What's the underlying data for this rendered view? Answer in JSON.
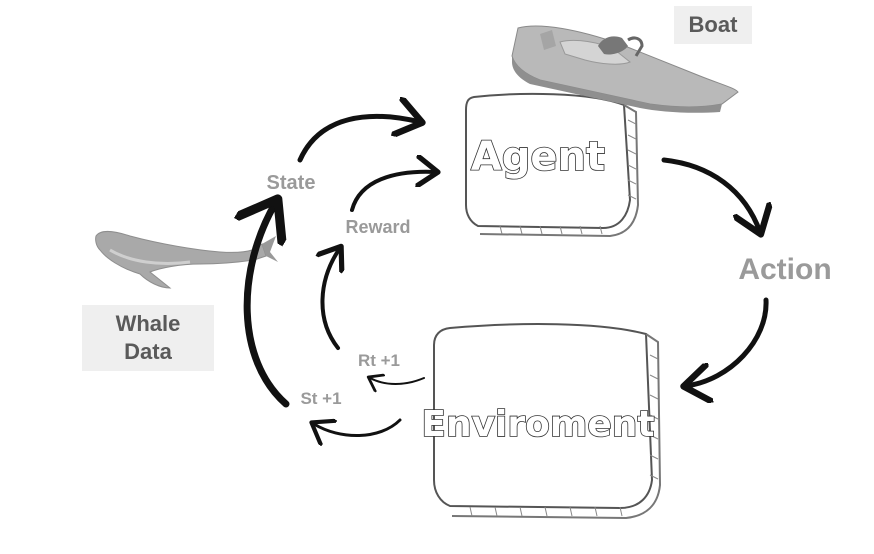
{
  "nodes": {
    "agent": "Agent",
    "environment": "Enviroment",
    "boat": "Boat",
    "whale_line1": "Whale",
    "whale_line2": "Data"
  },
  "edge_labels": {
    "state": "State",
    "reward": "Reward",
    "action": "Action",
    "rt": "Rt +1",
    "st": "St +1"
  },
  "icons": {
    "boat": "speedboat-image",
    "whale": "humpback-whale-image"
  }
}
